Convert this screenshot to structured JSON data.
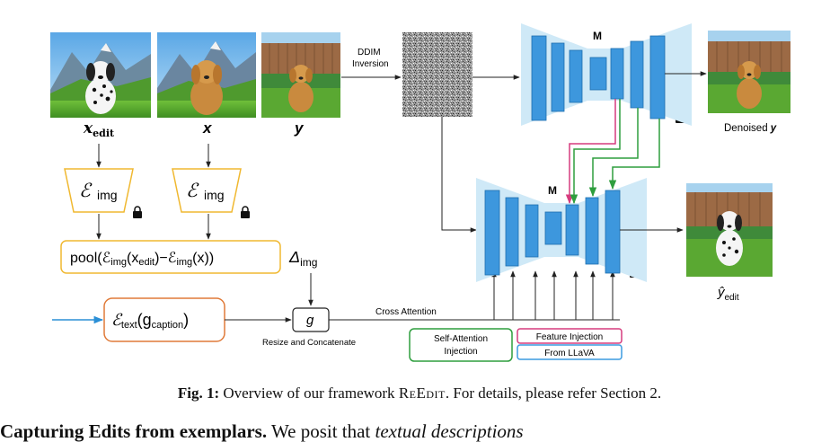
{
  "figure": {
    "labels": {
      "x_edit": "x",
      "x_edit_sub": "edit",
      "x": "x",
      "y": "y",
      "ddim_line1": "DDIM",
      "ddim_line2": "Inversion",
      "m_top": "M",
      "m_bottom": "M",
      "denoised": "Denoised ",
      "denoised_var": "y",
      "y_edit_hat": "ŷ",
      "y_edit_sub": "edit",
      "enc_img": "ℰ",
      "enc_img_sub": "img",
      "pool_text": "pool(ℰ",
      "pool_full_tail": "(x",
      "pool_mid": ")−ℰ",
      "pool_end": "(x))",
      "delta_img": "Δ",
      "delta_sub": "img",
      "text_enc": "ℰ",
      "text_enc_sub": "text",
      "g_caption_open": "(g",
      "g_caption_sub": "caption",
      "g_caption_close": ")",
      "g": "g",
      "resize": "Resize and Concatenate",
      "cross_attention": "Cross Attention",
      "sa_line1": "Self-Attention",
      "sa_line2": "Injection",
      "feature_injection": "Feature Injection",
      "from_llava": "From LLaVA"
    },
    "colors": {
      "unet_bg": "#cfe9f7",
      "unet_block": "#3d97dd",
      "encoder_border": "#f0b830",
      "pool_border": "#f0b830",
      "text_enc_border": "#e07a38",
      "blue_arrow": "#2b8fd6",
      "green": "#2e9e3e",
      "pink": "#d63c7e",
      "llava_border": "#3c9be0"
    },
    "icons": [
      "dalmatian-photo",
      "golden-retriever-photo",
      "garden-dog-photo",
      "noise-image",
      "lock-icon"
    ]
  },
  "caption": {
    "label": "Fig. 1:",
    "text_before": " Overview of our framework ",
    "method": "ReEdit",
    "text_after": ". For details, please refer Section 2."
  },
  "body_line": {
    "bold": "Capturing Edits from exemplars.",
    "normal": " We posit that ",
    "italic": "textual descriptions"
  }
}
